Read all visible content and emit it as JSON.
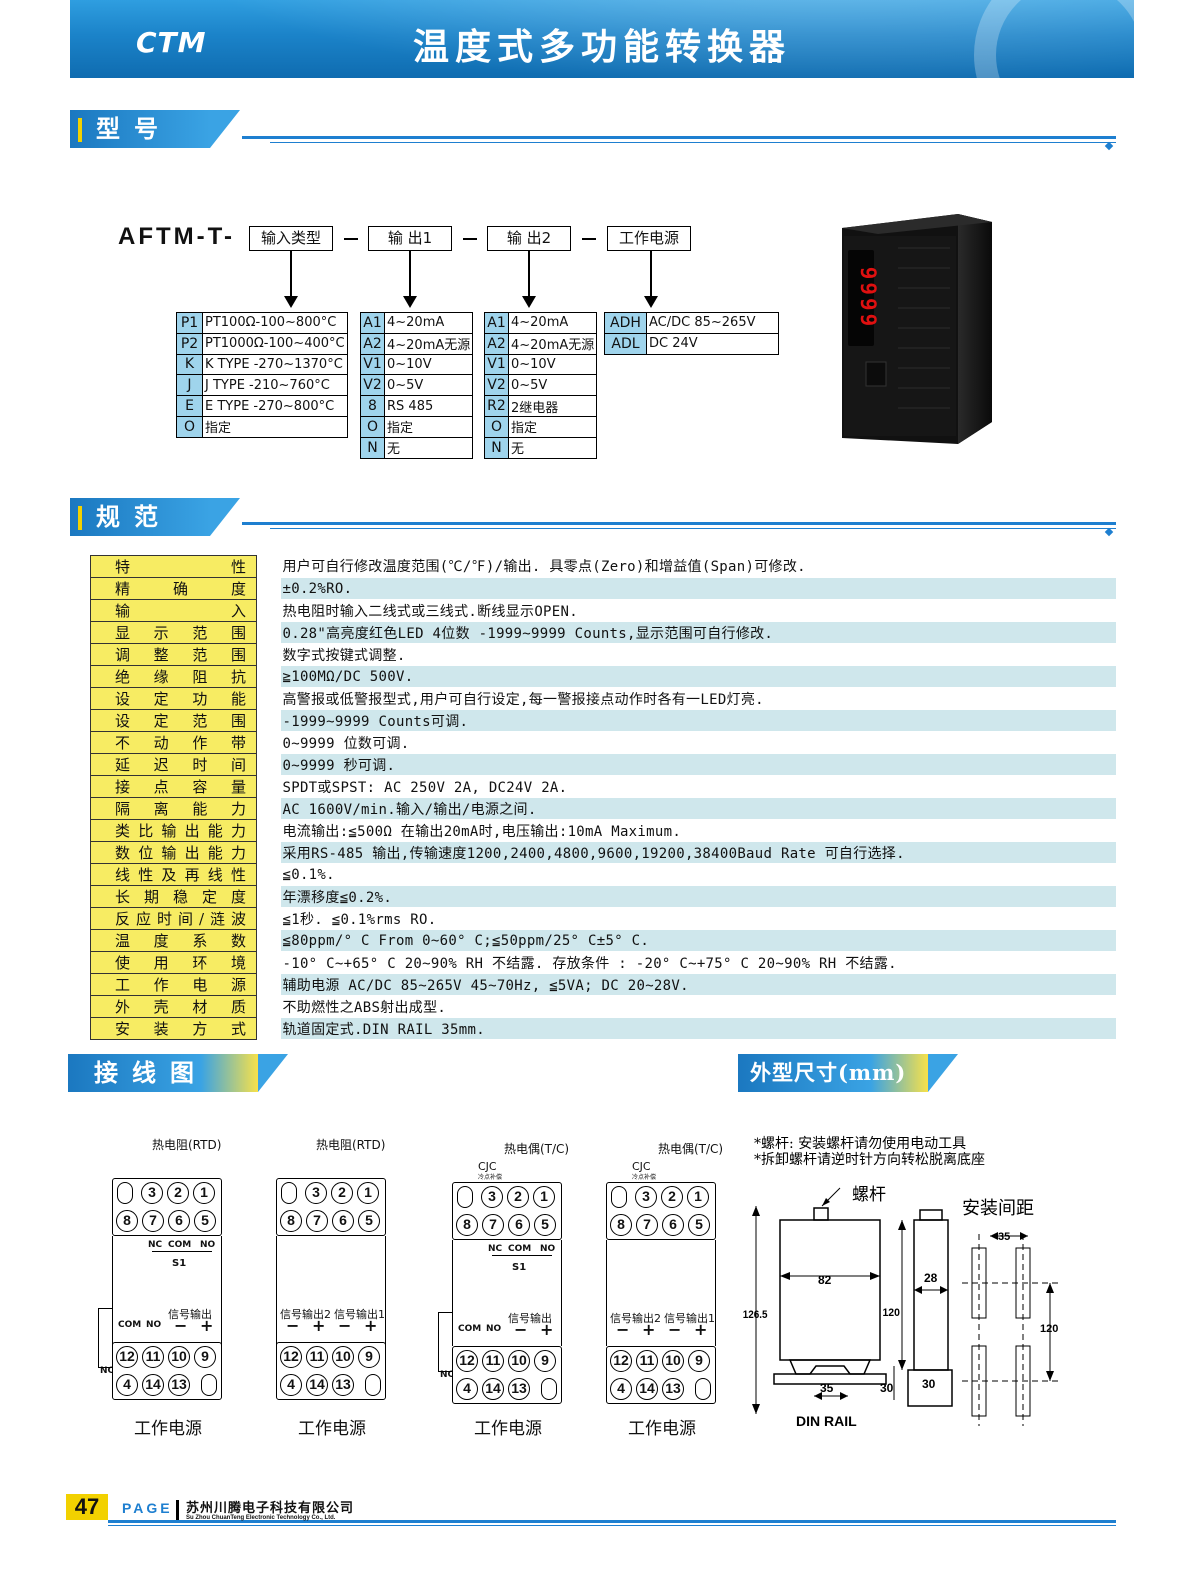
{
  "header": {
    "brand": "CTM",
    "title": "温度式多功能转换器"
  },
  "sections": {
    "model": "型号",
    "spec": "规范",
    "wiring": "接线图",
    "dims": "外型尺寸(mm)"
  },
  "model": {
    "prefix": "AFTM-T-",
    "fields": [
      "输入类型",
      "输  出1",
      "输  出2",
      "工作电源"
    ],
    "input_type": [
      {
        "code": "P1",
        "desc": "PT100Ω-100~800°C"
      },
      {
        "code": "P2",
        "desc": "PT1000Ω-100~400°C"
      },
      {
        "code": "K",
        "desc": "K TYPE -270~1370°C"
      },
      {
        "code": "J",
        "desc": "J TYPE -210~760°C"
      },
      {
        "code": "E",
        "desc": "E TYPE -270~800°C"
      },
      {
        "code": "O",
        "desc": "指定"
      }
    ],
    "output1": [
      {
        "code": "A1",
        "desc": "4~20mA"
      },
      {
        "code": "A2",
        "desc": "4~20mA无源"
      },
      {
        "code": "V1",
        "desc": "0~10V"
      },
      {
        "code": "V2",
        "desc": "0~5V"
      },
      {
        "code": "8",
        "desc": "RS 485"
      },
      {
        "code": "O",
        "desc": "指定"
      },
      {
        "code": "N",
        "desc": "无"
      }
    ],
    "output2": [
      {
        "code": "A1",
        "desc": "4~20mA"
      },
      {
        "code": "A2",
        "desc": "4~20mA无源"
      },
      {
        "code": "V1",
        "desc": "0~10V"
      },
      {
        "code": "V2",
        "desc": "0~5V"
      },
      {
        "code": "R2",
        "desc": "2继电器"
      },
      {
        "code": "O",
        "desc": "指定"
      },
      {
        "code": "N",
        "desc": "无"
      }
    ],
    "power": [
      {
        "code": "ADH",
        "desc": "AC/DC 85~265V"
      },
      {
        "code": "ADL",
        "desc": "DC 24V"
      }
    ],
    "display_digits": "9999"
  },
  "spec": [
    {
      "k": "特性",
      "v": "用户可自行修改温度范围(℃/℉)/输出. 具零点(Zero)和增益值(Span)可修改."
    },
    {
      "k": "精确度",
      "v": "±0.2%RO."
    },
    {
      "k": "输入",
      "v": "热电阻时输入二线式或三线式.断线显示OPEN."
    },
    {
      "k": "显示范围",
      "v": "0.28\"高亮度红色LED  4位数 -1999~9999  Counts,显示范围可自行修改."
    },
    {
      "k": "调整范围",
      "v": "数字式按键式调整."
    },
    {
      "k": "绝缘阻抗",
      "v": "≧100MΩ/DC 500V."
    },
    {
      "k": "设定功能",
      "v": "高警报或低警报型式,用户可自行设定,每一警报接点动作时各有一LED灯亮."
    },
    {
      "k": "设定范围",
      "v": "-1999~9999  Counts可调."
    },
    {
      "k": "不动作带",
      "v": "0~9999 位数可调."
    },
    {
      "k": "延迟时间",
      "v": "0~9999 秒可调."
    },
    {
      "k": "接点容量",
      "v": "SPDT或SPST: AC 250V 2A, DC24V 2A."
    },
    {
      "k": "隔离能力",
      "v": "AC 1600V/min.输入/输出/电源之间."
    },
    {
      "k": "类比输出能力",
      "v": "电流输出:≦500Ω 在输出20mA时,电压输出:10mA Maximum."
    },
    {
      "k": "数位输出能力",
      "v": "采用RS-485 输出,传输速度1200,2400,4800,9600,19200,38400Baud Rate 可自行选择."
    },
    {
      "k": "线性及再线性",
      "v": "≦0.1%."
    },
    {
      "k": "长期稳定度",
      "v": "年漂移度≦0.2%."
    },
    {
      "k": "反应时间/涟波",
      "v": "≦1秒. ≦0.1%rms RO."
    },
    {
      "k": "温度系数",
      "v": "≦80ppm/° C From 0~60° C;≦50ppm/25° C±5° C."
    },
    {
      "k": "使用环境",
      "v": "-10° C~+65° C  20~90% RH 不结露. 存放条件 : -20° C~+75° C  20~90% RH 不结露."
    },
    {
      "k": "工作电源",
      "v": "辅助电源 AC/DC 85~265V 45~70Hz, ≦5VA;   DC 20~28V."
    },
    {
      "k": "外壳材质",
      "v": "不助燃性之ABS射出成型."
    },
    {
      "k": "安装方式",
      "v": "轨道固定式.DIN RAIL 35mm."
    }
  ],
  "wiring": {
    "rtd_label": "热电阻(RTD)",
    "tc_label": "热电偶(T/C)",
    "cjc": "CJC",
    "cjc_sub": "冷点补偿",
    "nc": "NC",
    "com": "COM",
    "no": "NO",
    "s1": "S1",
    "signal_out": "信号输出",
    "signal_out1": "信号输出1",
    "signal_out2": "信号输出2",
    "power_caption": "工作电源",
    "top_row": [
      "3",
      "2",
      "1"
    ],
    "mid_row": [
      "8",
      "7",
      "6",
      "5"
    ],
    "low_row1": [
      "12",
      "11",
      "10",
      "9"
    ],
    "low_row2": [
      "4",
      "14",
      "13"
    ],
    "pm": [
      "−",
      "+",
      "−",
      "+"
    ]
  },
  "dims": {
    "note1": "*螺杆: 安装螺杆请勿使用电动工具",
    "note2": "*拆卸螺杆请逆时针方向转松脱离底座",
    "screw": "螺杆",
    "spacing": "安装间距",
    "w82": "82",
    "h126": "126.5",
    "h120a": "120",
    "w28": "28",
    "w35a": "35",
    "h30a": "30",
    "h30b": "30",
    "w35b": "35",
    "h120b": "120",
    "din_rail": "DIN RAIL"
  },
  "footer": {
    "page": "47",
    "page_word": "PAGE",
    "company_cn": "苏州川腾电子科技有限公司",
    "company_en": "Su Zhou ChuanTeng Electronic Technology Co., Ltd."
  }
}
